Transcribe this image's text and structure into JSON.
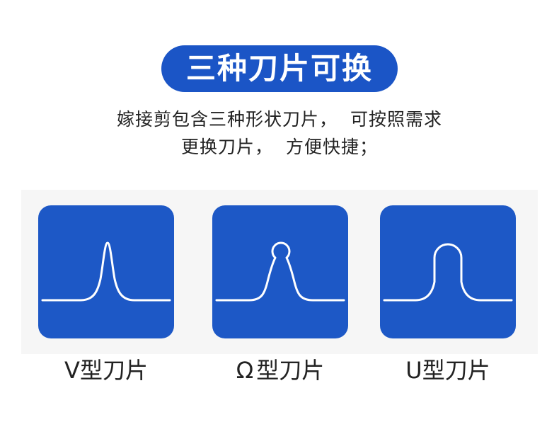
{
  "title": "三种刀片可换",
  "description": {
    "line1": "嫁接剪包含三种形状刀片，  可按照需求",
    "line2": "更换刀片，  方便快捷；"
  },
  "blades": [
    {
      "id": "v",
      "label": "V型刀片"
    },
    {
      "id": "omega",
      "symbol": "Ω",
      "label": "型刀片"
    },
    {
      "id": "u",
      "label": "U型刀片"
    }
  ],
  "colors": {
    "accent": "#1b55c6",
    "card": "#1d58c6",
    "text": "#222222",
    "line": "#ffffff"
  },
  "icons": [
    "v-blade-icon",
    "omega-blade-icon",
    "u-blade-icon"
  ]
}
